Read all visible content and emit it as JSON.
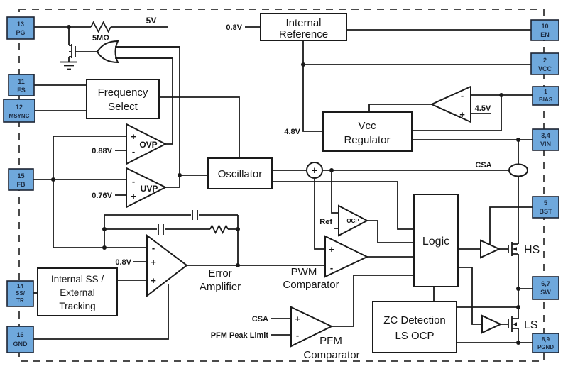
{
  "colors": {
    "pin_fill": "#6fa8dc",
    "pin_border": "#1d2433",
    "wire": "#1a1a1a",
    "dashed_border": "#4a4a4a"
  },
  "pins": {
    "left": [
      {
        "num": "13",
        "name": "PG"
      },
      {
        "num": "11",
        "name": "FS"
      },
      {
        "num": "12",
        "name": "MSYNC"
      },
      {
        "num": "15",
        "name": "FB"
      },
      {
        "num": "14",
        "name": "SS/",
        "name2": "TR"
      },
      {
        "num": "16",
        "name": "GND"
      }
    ],
    "right": [
      {
        "num": "10",
        "name": "EN"
      },
      {
        "num": "2",
        "name": "VCC"
      },
      {
        "num": "1",
        "name": "BIAS"
      },
      {
        "num": "3,4",
        "name": "VIN"
      },
      {
        "num": "5",
        "name": "BST"
      },
      {
        "num": "6,7",
        "name": "SW"
      },
      {
        "num": "8,9",
        "name": "PGND"
      }
    ]
  },
  "blocks": {
    "internal_reference": {
      "line1": "Internal",
      "line2": "Reference"
    },
    "frequency_select": {
      "line1": "Frequency",
      "line2": "Select"
    },
    "vcc_regulator": {
      "line1": "Vcc",
      "line2": "Regulator"
    },
    "oscillator": {
      "label": "Oscillator"
    },
    "internal_ss": {
      "line1": "Internal SS /",
      "line2": "External",
      "line3": "Tracking"
    },
    "logic": {
      "label": "Logic"
    },
    "zc_detection": {
      "line1": "ZC Detection",
      "line2": "LS OCP"
    }
  },
  "comparators": {
    "ovp": {
      "label": "OVP",
      "plus": "+",
      "minus": "-",
      "ref": "0.88V"
    },
    "uvp": {
      "label": "UVP",
      "plus": "+",
      "minus": "-",
      "ref": "0.76V"
    },
    "ocp": {
      "label": "OCP",
      "ref_label": "Ref"
    },
    "pwm": {
      "name1": "PWM",
      "name2": "Comparator",
      "plus": "+",
      "minus": "-"
    },
    "pfm": {
      "name1": "PFM",
      "name2": "Comparator",
      "plus": "+",
      "minus": "-",
      "in_plus": "CSA",
      "in_minus": "PFM Peak Limit"
    },
    "bias_comp": {
      "plus": "+",
      "minus": "-",
      "ref": "4.5V"
    },
    "error_amp": {
      "name1": "Error",
      "name2": "Amplifier",
      "minus": "-",
      "plus1": "+",
      "plus2": "+",
      "ref": "0.8V"
    }
  },
  "labels": {
    "rail_5v": "5V",
    "pullup_res": "5MΩ",
    "ref_in": "0.8V",
    "v_4_8": "4.8V",
    "csa_main": "CSA",
    "sum_plus": "+",
    "hs": "HS",
    "ls": "LS"
  }
}
